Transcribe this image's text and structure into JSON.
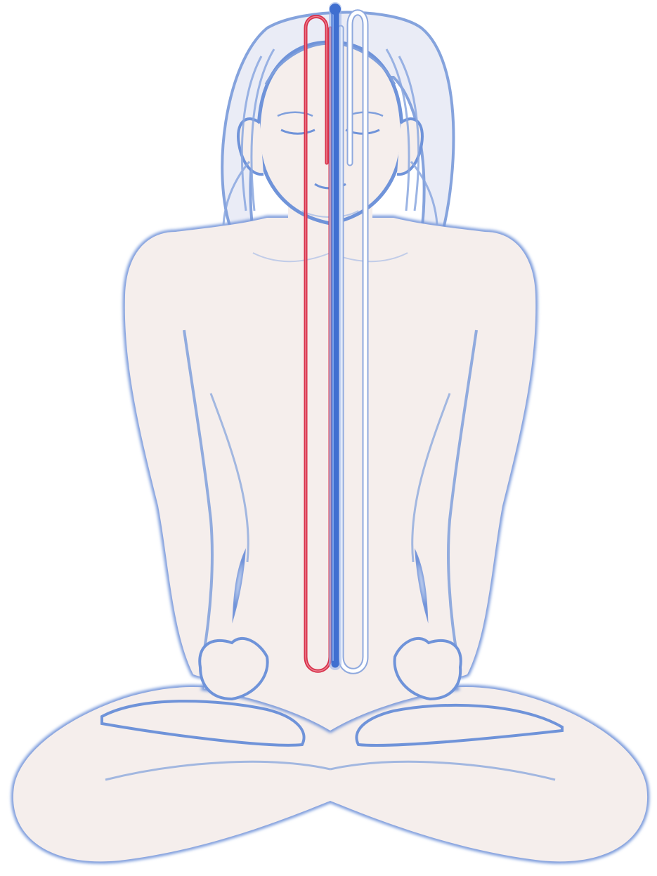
{
  "image": {
    "subject": "seated-meditation-figure-with-three-energy-channels",
    "colors": {
      "background": "#ffffff",
      "skin_fill": "#f5eeec",
      "outline": "#6f93d9",
      "outline_soft": "#a9c1ec",
      "channel_central": "#3f6fd0",
      "channel_right": "#d8304a",
      "channel_left": "#ffffff",
      "channel_left_edge": "#8fa9de"
    },
    "channels": [
      {
        "name": "central-channel",
        "color_key": "channel_central"
      },
      {
        "name": "red-channel",
        "color_key": "channel_right"
      },
      {
        "name": "white-channel",
        "color_key": "channel_left"
      }
    ]
  }
}
